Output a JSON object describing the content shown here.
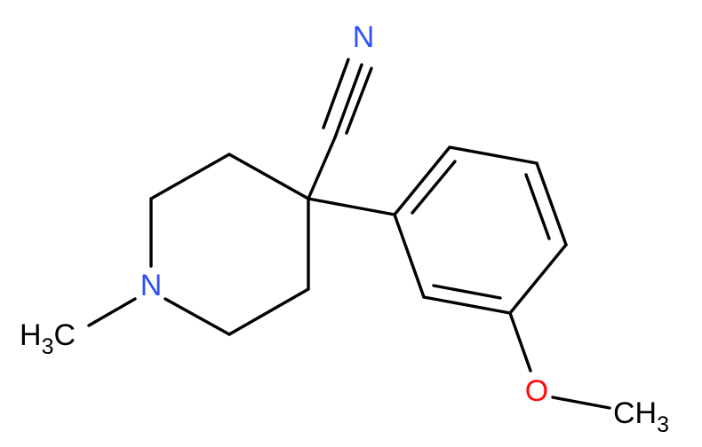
{
  "molecule": {
    "atoms": {
      "nitrile_n": {
        "symbol": "N",
        "color": "#3050F8"
      },
      "ring_n": {
        "symbol": "N",
        "color": "#3050F8"
      },
      "oxygen": {
        "symbol": "O",
        "color": "#FF0D0D"
      },
      "n_methyl": {
        "symbol": "H",
        "subscript": "3",
        "suffix": "C",
        "color": "#000000"
      },
      "o_methyl": {
        "symbol": "CH",
        "subscript": "3",
        "color": "#000000"
      }
    },
    "bond_color": "#000000",
    "background": "#ffffff"
  }
}
